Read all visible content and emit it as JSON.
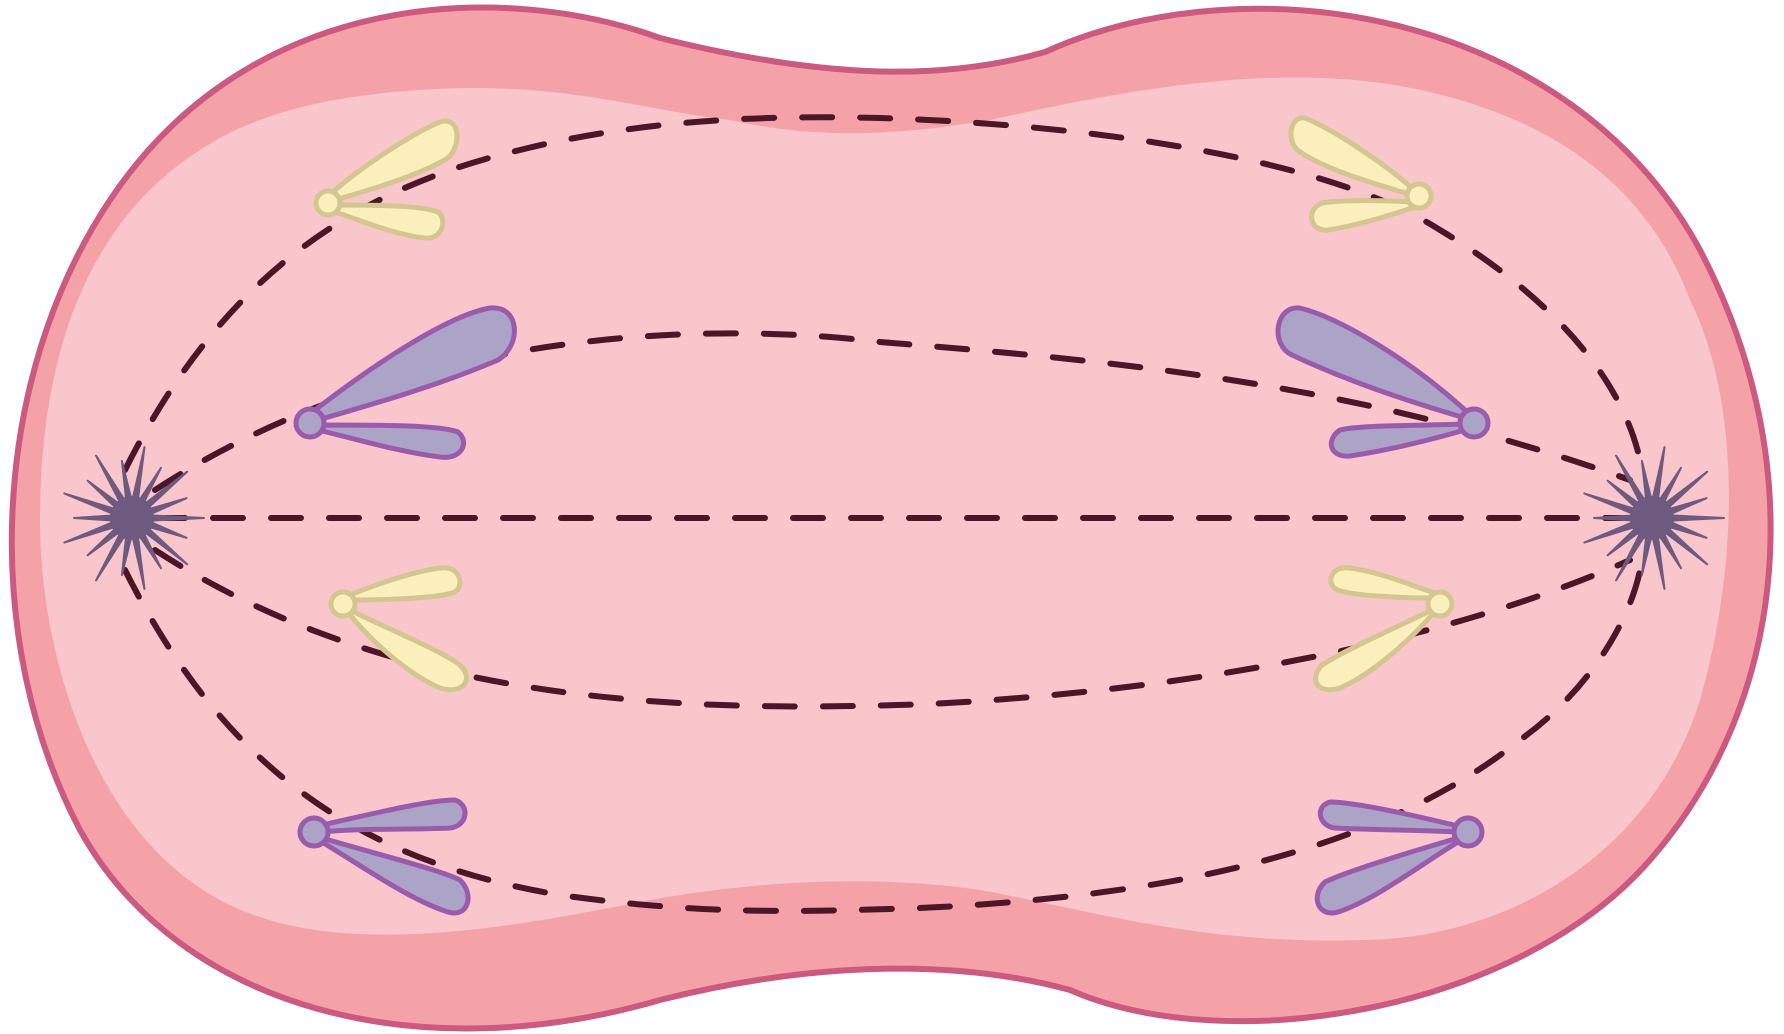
{
  "colors": {
    "background": "#ffffff",
    "membrane_outline": "#cc5a80",
    "cytoplasm_outer": "#f4a2a8",
    "cytoplasm_inner": "#f8c6cb",
    "spindle_fiber": "#4a1628",
    "centrosome": "#6e5a7e",
    "chromatid_yellow_fill": "#fbf0bd",
    "chromatid_yellow_stroke": "#d4c690",
    "chromatid_purple_fill": "#aba4c6",
    "chromatid_purple_stroke": "#9a5bac"
  },
  "icons": {
    "centrosome_left": "centrosome-star-icon",
    "centrosome_right": "centrosome-star-icon"
  },
  "chromatids": [
    {
      "group": "top-left",
      "color": "yellow"
    },
    {
      "group": "upper-left",
      "color": "purple"
    },
    {
      "group": "lower-left",
      "color": "yellow"
    },
    {
      "group": "bottom-left",
      "color": "purple"
    },
    {
      "group": "top-right",
      "color": "yellow"
    },
    {
      "group": "upper-right",
      "color": "purple"
    },
    {
      "group": "lower-right",
      "color": "yellow"
    },
    {
      "group": "bottom-right",
      "color": "purple"
    }
  ]
}
